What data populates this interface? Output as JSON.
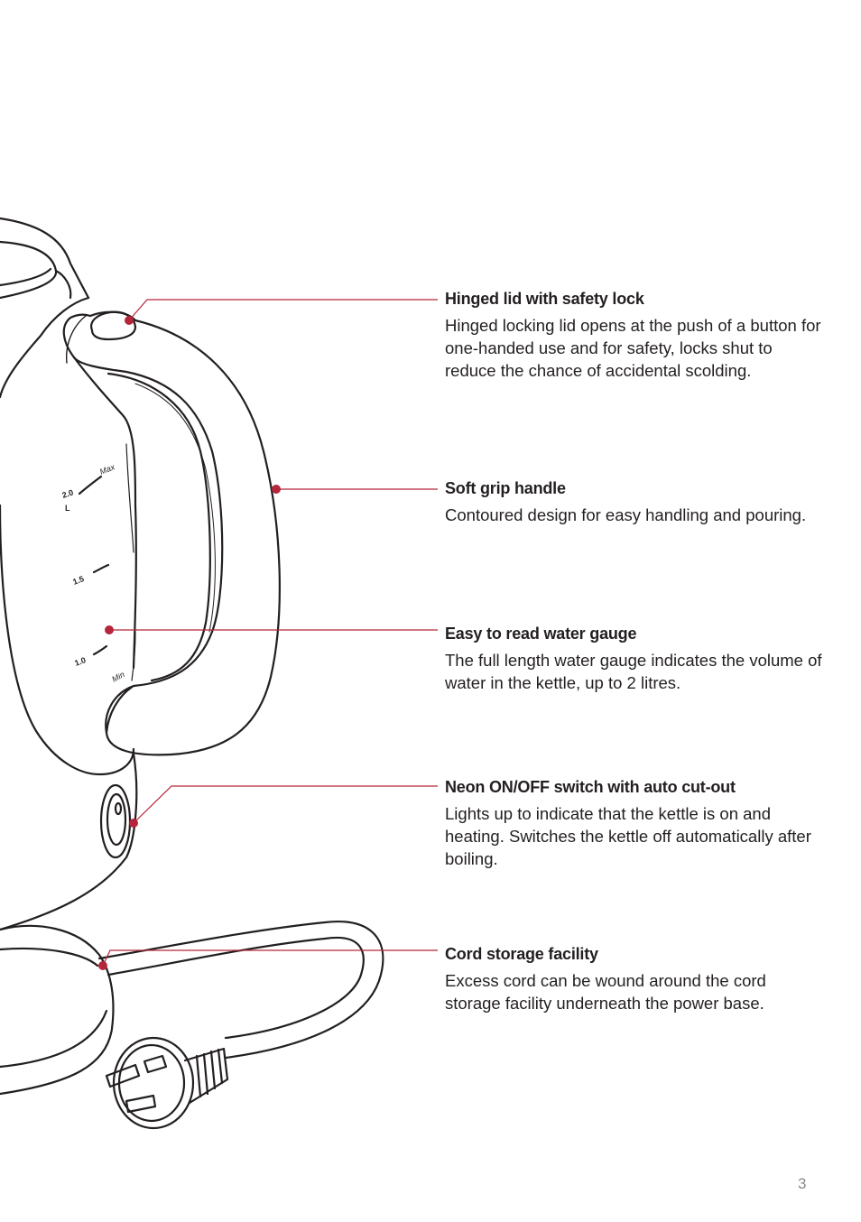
{
  "colors": {
    "accent": "#b5263a",
    "ink": "#231f20",
    "page_number": "#8a8a8a"
  },
  "features": [
    {
      "title": "Hinged lid with safety lock",
      "description": "Hinged locking lid opens at the push of a button for one-handed use and for safety, locks shut to reduce the chance of accidental scolding."
    },
    {
      "title": "Soft grip handle",
      "description": "Contoured design for easy handling and pouring."
    },
    {
      "title": "Easy to read water gauge",
      "description": "The full length water gauge indicates the volume of water in the kettle, up to 2 litres."
    },
    {
      "title": "Neon ON/OFF switch with auto cut-out",
      "description": "Lights up to indicate that the kettle is on and heating. Switches the kettle off automatically after boiling."
    },
    {
      "title": "Cord storage facility",
      "description": "Excess cord can be wound around the cord storage facility underneath the power base."
    }
  ],
  "gauge": {
    "max": "Max",
    "two": "2.0",
    "litre": "L",
    "one_five": "1.5",
    "one_zero": "1.0",
    "min": "Min"
  },
  "page_number": "3"
}
